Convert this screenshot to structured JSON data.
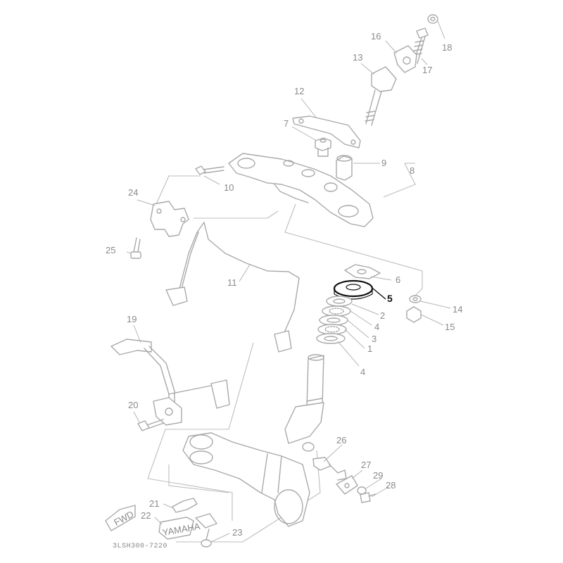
{
  "diagram": {
    "code": "3LSH300-7220",
    "fwd_text": "FWD",
    "brand_text": "YAMAHA",
    "highlight_color": "#111111",
    "line_color": "#a9a9a9",
    "labels": {
      "p1": "1",
      "p2": "2",
      "p3": "3",
      "p4a": "4",
      "p4b": "4",
      "p5": "5",
      "p6": "6",
      "p7": "7",
      "p8": "8",
      "p9": "9",
      "p10": "10",
      "p11": "11",
      "p12": "12",
      "p13": "13",
      "p14": "14",
      "p15": "15",
      "p16": "16",
      "p17": "17",
      "p18": "18",
      "p19": "19",
      "p20": "20",
      "p21": "21",
      "p22": "22",
      "p23": "23",
      "p24": "24",
      "p25": "25",
      "p26": "26",
      "p27": "27",
      "p28": "28",
      "p29": "29"
    }
  }
}
